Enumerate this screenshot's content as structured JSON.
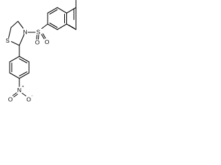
{
  "molecule": {
    "atoms": {
      "sulfur_ring": "S",
      "nitrogen_ring": "N",
      "sulfonyl_sulfur": "S",
      "sulfonyl_oxygen_left": "O",
      "sulfonyl_oxygen_right": "O",
      "nitro_nitrogen": "N",
      "nitro_oxygen_left": "O",
      "nitro_oxygen_right": "O"
    },
    "charges": {
      "nitro_nitrogen": "+",
      "nitro_oxygen_right": "-"
    },
    "colors": {
      "bond": "#000000",
      "label": "#000000",
      "background": "#ffffff"
    }
  }
}
